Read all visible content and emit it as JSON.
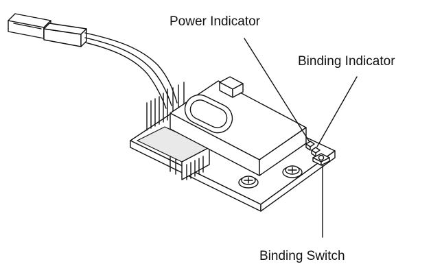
{
  "labels": {
    "power_indicator": "Power Indicator",
    "binding_indicator": "Binding Indicator",
    "binding_switch": "Binding Switch"
  },
  "colors": {
    "ink": "#111111",
    "background": "#ffffff"
  }
}
